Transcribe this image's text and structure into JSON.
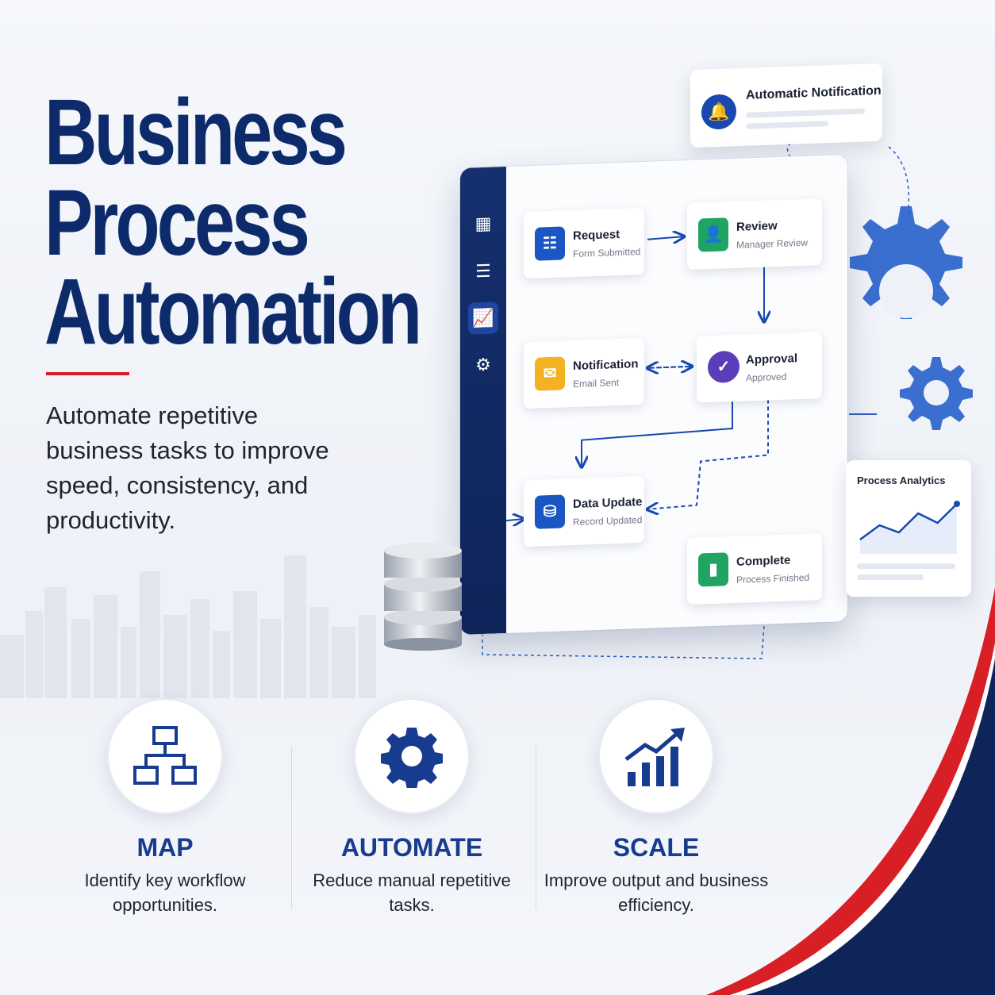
{
  "hero": {
    "title_lines": [
      "Business",
      "Process",
      "Automation"
    ],
    "subtitle": "Automate repetitive business tasks to improve speed, consistency, and productivity."
  },
  "colors": {
    "navy": "#0d2a6b",
    "accent_red": "#d81f26",
    "blue": "#1848b0"
  },
  "sidebar": {
    "icons": [
      "grid-icon",
      "list-icon",
      "analytics-icon",
      "gear-icon"
    ],
    "active": "analytics-icon"
  },
  "workflow": {
    "nodes": [
      {
        "title": "Request",
        "subtitle": "Form Submitted",
        "icon": "document-icon",
        "color": "#1a56c4"
      },
      {
        "title": "Review",
        "subtitle": "Manager Review",
        "icon": "user-icon",
        "color": "#1fa463"
      },
      {
        "title": "Notification",
        "subtitle": "Email Sent",
        "icon": "mail-icon",
        "color": "#f4b223"
      },
      {
        "title": "Approval",
        "subtitle": "Approved",
        "icon": "check-icon",
        "color": "#5a3db8"
      },
      {
        "title": "Data Update",
        "subtitle": "Record Updated",
        "icon": "database-icon",
        "color": "#1a56c4"
      },
      {
        "title": "Complete",
        "subtitle": "Process Finished",
        "icon": "bar-chart-icon",
        "color": "#1fa463"
      }
    ]
  },
  "notification_card": {
    "title": "Automatic Notification",
    "icon": "bell-icon"
  },
  "analytics_card": {
    "title": "Process Analytics",
    "trend": [
      0.2,
      0.5,
      0.35,
      0.75,
      0.55,
      0.95
    ]
  },
  "features": [
    {
      "title": "MAP",
      "description": "Identify key workflow opportunities.",
      "icon": "hierarchy-icon"
    },
    {
      "title": "AUTOMATE",
      "description": "Reduce manual repetitive tasks.",
      "icon": "gear-icon"
    },
    {
      "title": "SCALE",
      "description": "Improve output and business efficiency.",
      "icon": "growth-chart-icon"
    }
  ]
}
